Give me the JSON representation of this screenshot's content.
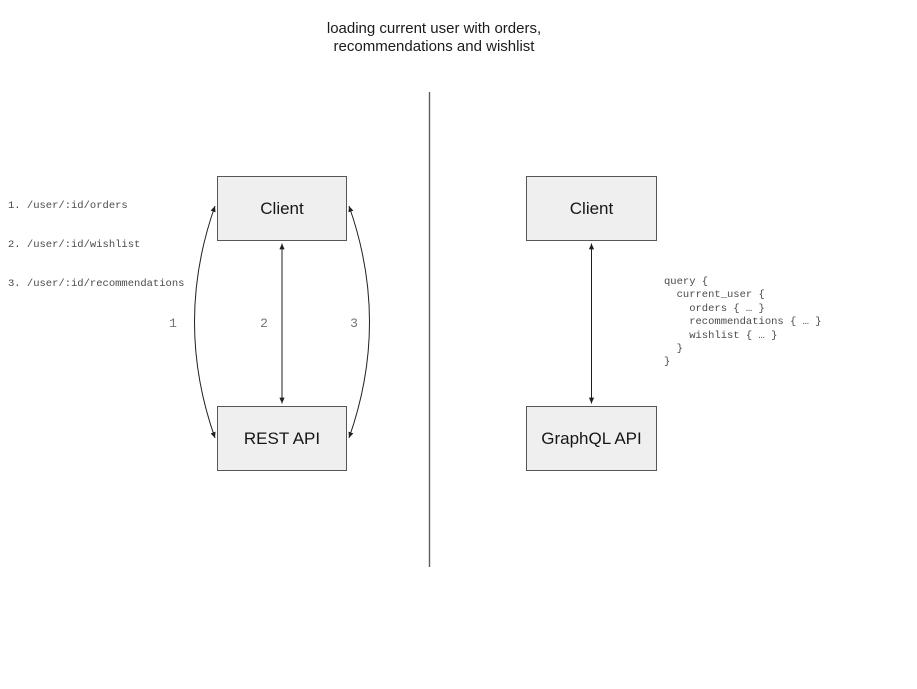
{
  "title": {
    "line1": "loading current user with orders,",
    "line2": "recommendations and wishlist"
  },
  "rest": {
    "client_label": "Client",
    "api_label": "REST API",
    "endpoints": [
      "1. /user/:id/orders",
      "2. /user/:id/wishlist",
      "3. /user/:id/recommendations"
    ],
    "arrow_labels": [
      "1",
      "2",
      "3"
    ]
  },
  "graphql": {
    "client_label": "Client",
    "api_label": "GraphQL API",
    "query": "query {\n  current_user {\n    orders { … }\n    recommendations { … }\n    wishlist { … }\n  }\n}"
  },
  "colors": {
    "node_fill": "#efefef",
    "node_border": "#565656",
    "arrow_line": "#1f1f1f",
    "divider": "#5f5f5f",
    "mono_text": "#4a4a4a",
    "arrow_label_text": "#757575",
    "title_text": "#1b1b1b"
  }
}
